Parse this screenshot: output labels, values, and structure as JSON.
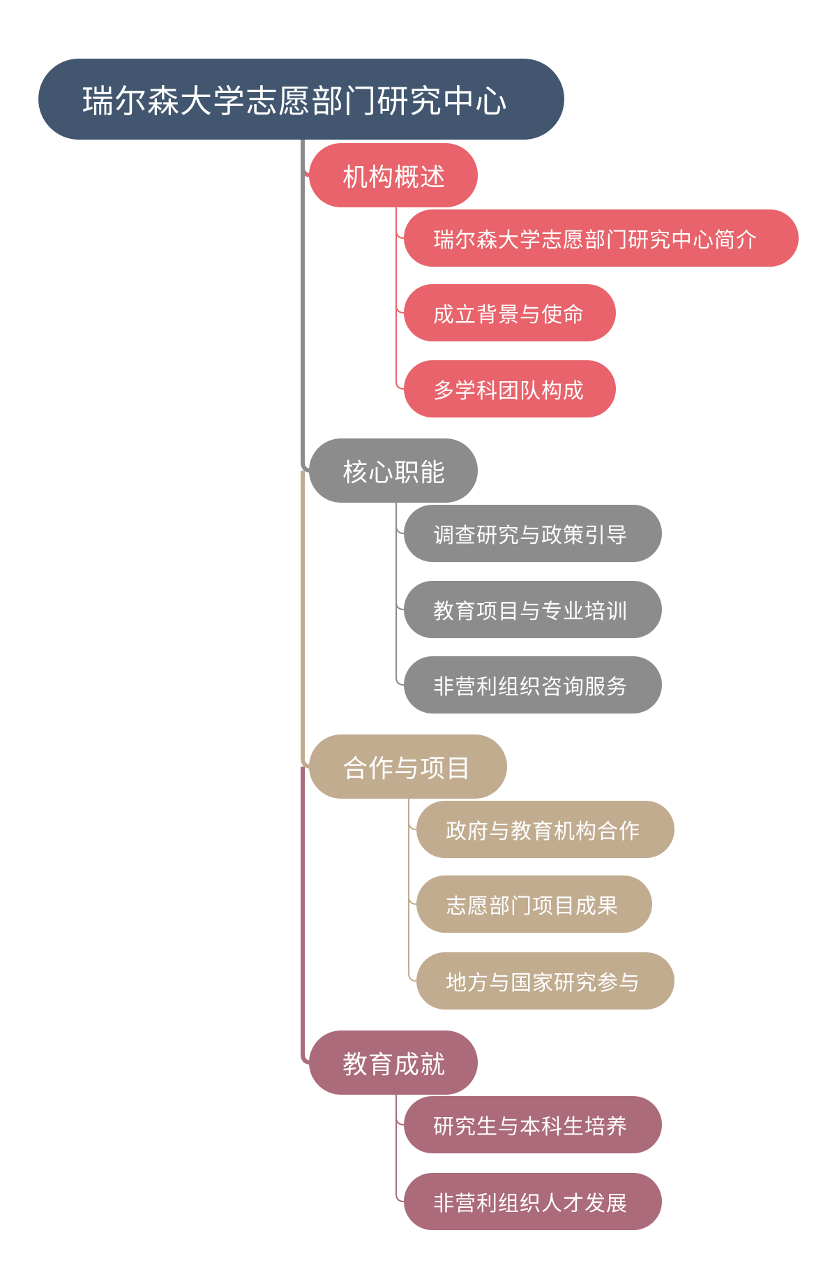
{
  "root": {
    "label": "瑞尔森大学志愿部门研究中心",
    "color": "#42566f"
  },
  "branches": [
    {
      "label": "机构概述",
      "color": "#e8636b",
      "children": [
        "瑞尔森大学志愿部门研究中心简介",
        "成立背景与使命",
        "多学科团队构成"
      ]
    },
    {
      "label": "核心职能",
      "color": "#8c8c8c",
      "children": [
        "调查研究与政策引导",
        "教育项目与专业培训",
        "非营利组织咨询服务"
      ]
    },
    {
      "label": "合作与项目",
      "color": "#c1ac90",
      "children": [
        "政府与教育机构合作",
        "志愿部门项目成果",
        "地方与国家研究参与"
      ]
    },
    {
      "label": "教育成就",
      "color": "#ab6b7a",
      "children": [
        "研究生与本科生培养",
        "非营利组织人才发展"
      ]
    }
  ]
}
